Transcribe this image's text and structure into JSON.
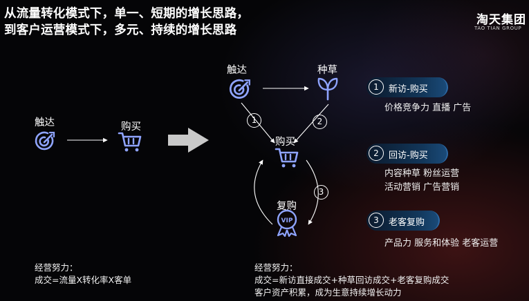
{
  "title": {
    "line1": "从流量转化模式下，单一、短期的增长思路，",
    "line2": "到客户运营模式下，多元、持续的增长思路"
  },
  "logo": {
    "name_zh": "淘天集团",
    "name_en": "TAO TIAN GROUP"
  },
  "left_flow": {
    "reach_label": "触达",
    "buy_label": "购买"
  },
  "cycle": {
    "reach_label": "触达",
    "grass_label": "种草",
    "buy_label": "购买",
    "repurchase_label": "复购",
    "vip_text": "VIP",
    "step1": "1",
    "step2": "2",
    "step3": "3"
  },
  "paths": [
    {
      "num": "1",
      "label": "新访-购买",
      "details": [
        "价格竞争力  直播  广告"
      ]
    },
    {
      "num": "2",
      "label": "回访-购买",
      "details": [
        "内容种草  粉丝运营",
        "活动营销  广告营销"
      ]
    },
    {
      "num": "3",
      "label": "老客复购",
      "details": [
        "产品力  服务和体验  老客运营"
      ]
    }
  ],
  "left_effort": {
    "heading": "经营努力：",
    "formula": "成交=流量X转化率X客单"
  },
  "right_effort": {
    "heading": "经营努力：",
    "formula": "成交=新访直接成交+种草回访成交+老客复购成交",
    "note": "客户资产积累，成为生意持续增长动力"
  },
  "colors": {
    "icon_blue": "#8fa4ff",
    "pill_start": "#0b1a2d",
    "pill_end": "#1a4a78"
  }
}
